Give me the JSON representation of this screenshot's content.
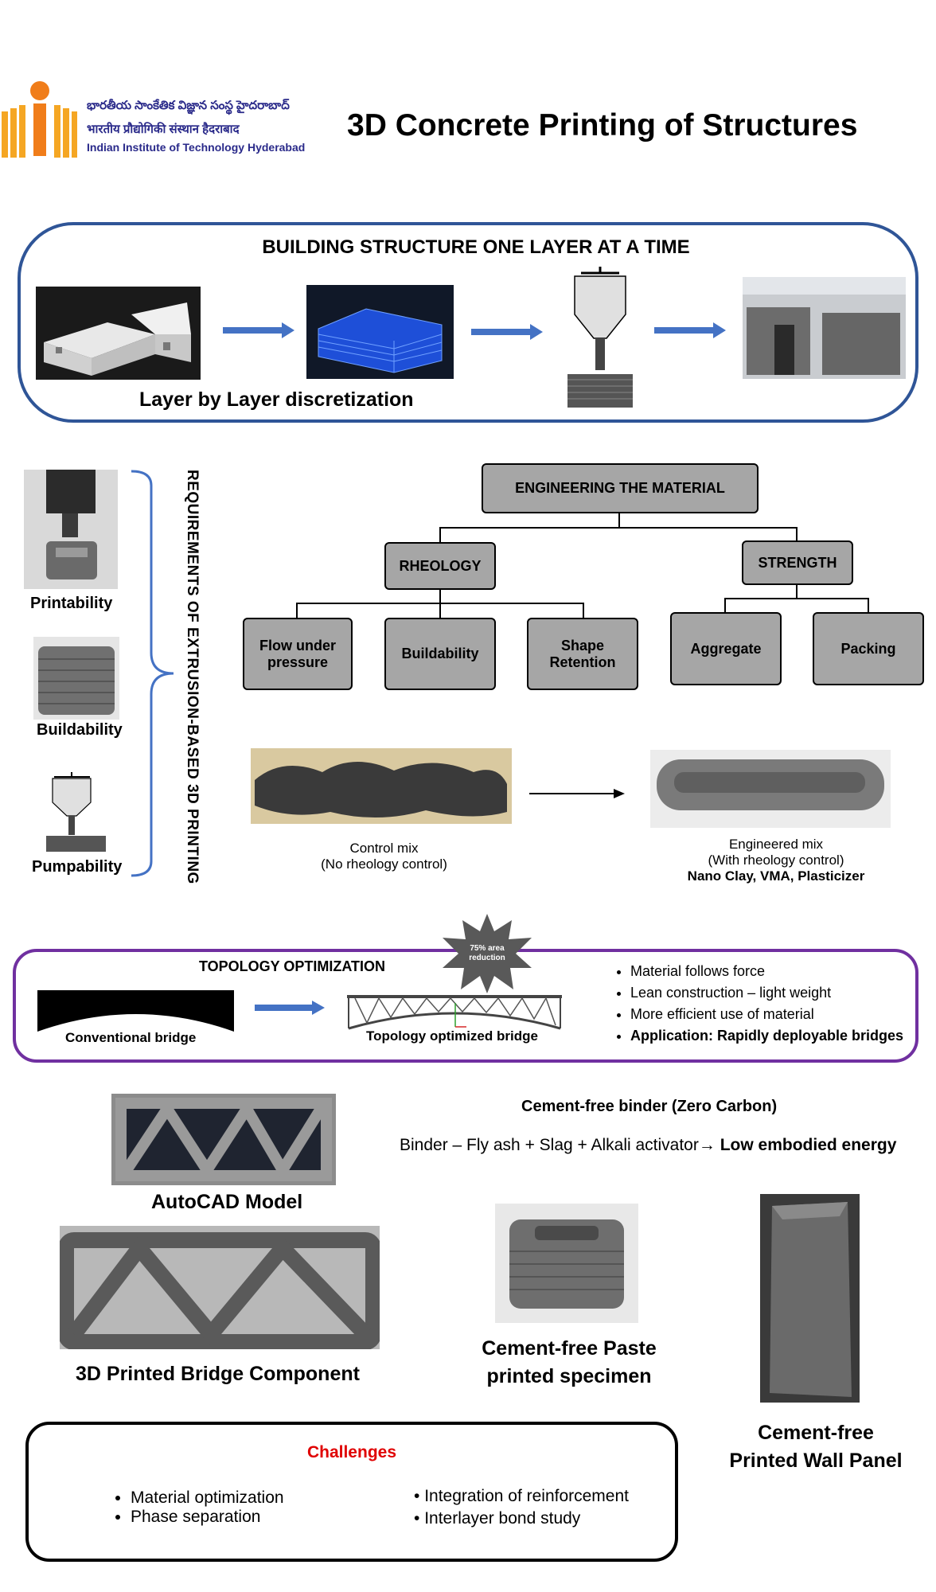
{
  "header": {
    "logo_line1": "భారతీయ సాంకేతిక విజ్ఞాన సంస్థ హైదరాబాద్",
    "logo_line2": "भारतीय प्रौद्योगिकी संस्थान हैदराबाद",
    "logo_line3": "Indian Institute of Technology Hyderabad",
    "title": "3D Concrete Printing of Structures"
  },
  "panel1": {
    "title": "BUILDING STRUCTURE ONE LAYER AT A TIME",
    "caption": "Layer by Layer discretization"
  },
  "requirements": {
    "vertical_label": "REQUIREMENTS OF EXTRUSION-BASED 3D PRINTING",
    "items": [
      "Printability",
      "Buildability",
      "Pumpability"
    ]
  },
  "tree": {
    "root": "ENGINEERING THE MATERIAL",
    "rheology": "RHEOLOGY",
    "strength": "STRENGTH",
    "rheology_children": [
      "Flow under pressure",
      "Buildability",
      "Shape Retention"
    ],
    "strength_children": [
      "Aggregate",
      "Packing"
    ]
  },
  "mix": {
    "control_line1": "Control mix",
    "control_line2": "(No rheology control)",
    "engineered_line1": "Engineered mix",
    "engineered_line2": "(With rheology control)",
    "engineered_line3": "Nano Clay, VMA, Plasticizer"
  },
  "topology": {
    "title": "TOPOLOGY OPTIMIZATION",
    "badge_line1": "75% area",
    "badge_line2": "reduction",
    "conventional": "Conventional bridge",
    "optimized": "Topology optimized bridge",
    "bullets": [
      "Material follows force",
      "Lean construction – light weight",
      "More efficient use of material"
    ],
    "bullet_bold": "Application: Rapidly deployable bridges"
  },
  "cementfree": {
    "title": "Cement-free binder (Zero Carbon)",
    "binder_text": "Binder – Fly ash + Slag + Alkali activator→ ",
    "binder_bold": "Low embodied energy",
    "autocad": "AutoCAD Model",
    "bridge_component": "3D Printed Bridge Component",
    "paste_line1": "Cement-free Paste",
    "paste_line2": "printed specimen",
    "wall_line1": "Cement-free",
    "wall_line2": "Printed Wall Panel"
  },
  "challenges": {
    "title": "Challenges",
    "left": [
      "Material optimization",
      "Phase separation"
    ],
    "right": [
      "Integration of reinforcement",
      "Interlayer bond study"
    ],
    "title_color": "#e00000"
  },
  "colors": {
    "arrow": "#4472c4",
    "panel1_border": "#2f5597",
    "panel2_border": "#7030a0",
    "node_fill": "#a6a6a6"
  }
}
